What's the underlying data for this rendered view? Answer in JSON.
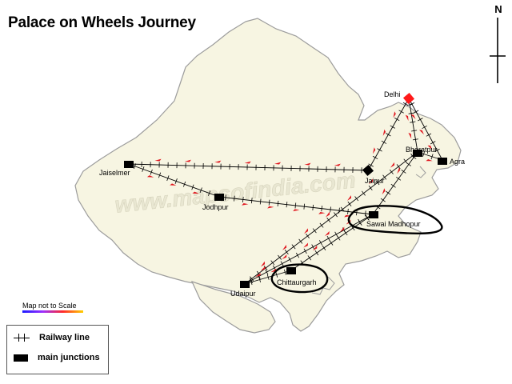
{
  "title": "Palace on Wheels Journey",
  "north_label": "N",
  "watermark": "www.mapsofindia.com",
  "scale_note": "Map not to Scale",
  "legend": {
    "railway_line": "Railway line",
    "main_junctions": "main junctions"
  },
  "colors": {
    "land": "#f7f5e2",
    "outline": "#9c9c9c",
    "arrow": "#e0161e",
    "delhi_marker": "#ff1a1a"
  },
  "stations": [
    {
      "id": "delhi",
      "label": "Delhi"
    },
    {
      "id": "bharatpur",
      "label": "Bharatpur"
    },
    {
      "id": "agra",
      "label": "Agra"
    },
    {
      "id": "jaipur",
      "label": "Jaipur"
    },
    {
      "id": "jaiselmer",
      "label": "Jaiselmer"
    },
    {
      "id": "jodhpur",
      "label": "Jodhpur"
    },
    {
      "id": "sawai",
      "label": "Sawai Madhopur"
    },
    {
      "id": "chittaurgarh",
      "label": "Chittaurgarh"
    },
    {
      "id": "udaipur",
      "label": "Udaipur"
    }
  ]
}
